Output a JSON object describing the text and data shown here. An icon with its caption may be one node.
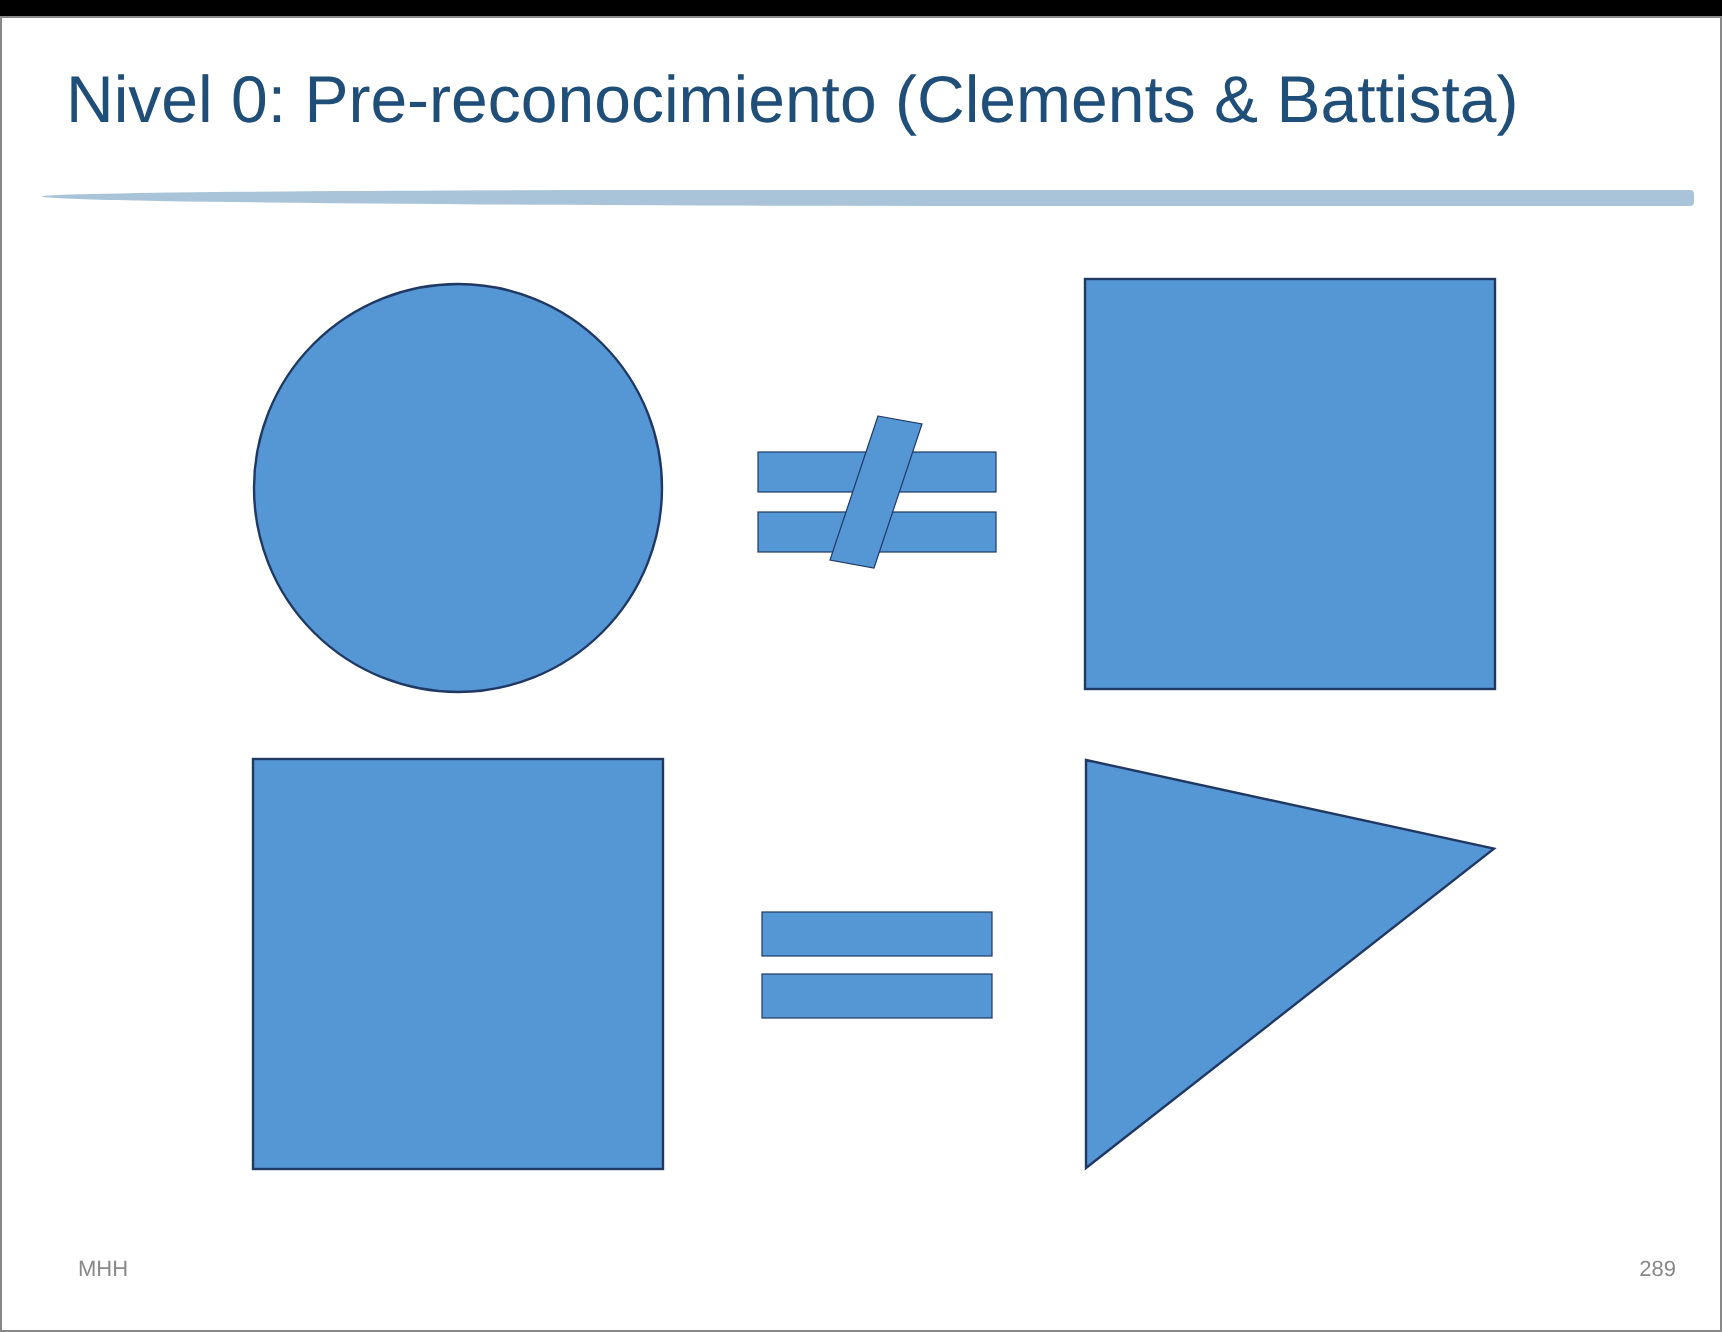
{
  "diagram": {
    "title": "Nivel 0: Pre-reconocimiento (Clements & Battista)",
    "nodes": [
      {
        "text": [],
        "shape": "circle"
      },
      {
        "text": [],
        "shape": "box"
      },
      {
        "text": [],
        "shape": "box"
      },
      {
        "text": [],
        "shape": "triangle"
      }
    ],
    "labels": [
      "MHH",
      "289"
    ]
  }
}
